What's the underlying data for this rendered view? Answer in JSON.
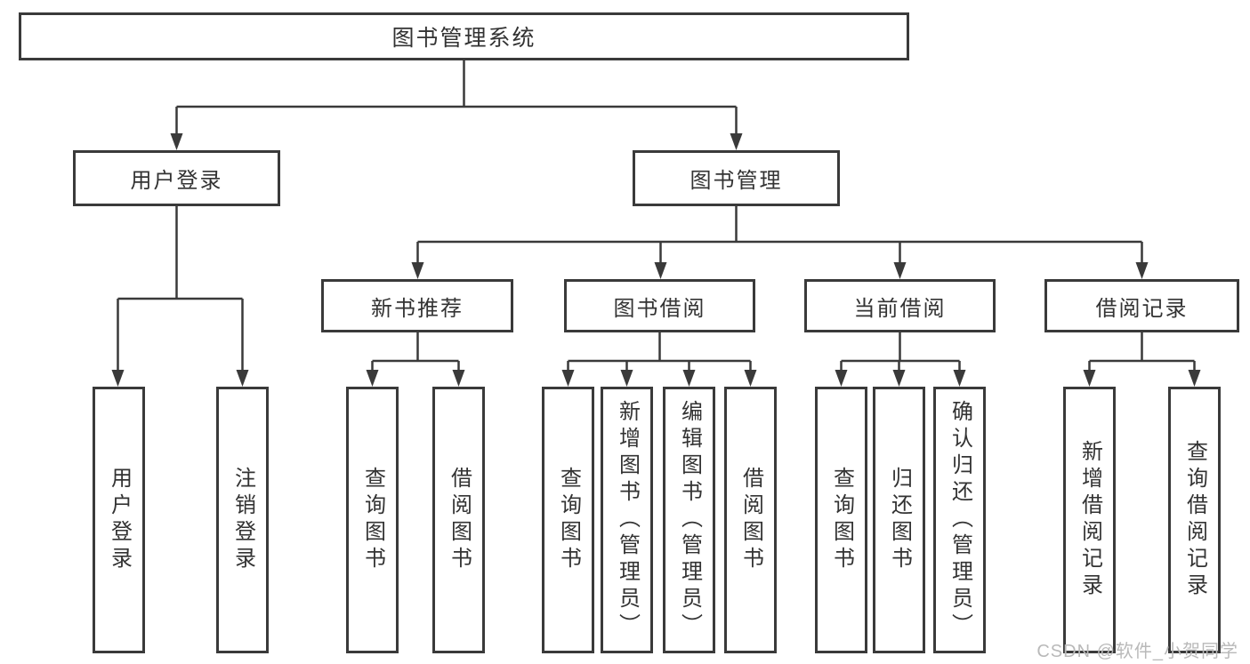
{
  "diagram": {
    "root": {
      "label": "图书管理系统"
    },
    "level2": [
      {
        "label": "用户登录"
      },
      {
        "label": "图书管理"
      }
    ],
    "level3": [
      {
        "label": "新书推荐"
      },
      {
        "label": "图书借阅"
      },
      {
        "label": "当前借阅"
      },
      {
        "label": "借阅记录"
      }
    ],
    "leaves": {
      "user_login": [
        "用户登录",
        "注销登录"
      ],
      "new_books": [
        "查询图书",
        "借阅图书"
      ],
      "book_borrow": [
        "查询图书",
        "新增图书（管理员）",
        "编辑图书（管理员）",
        "借阅图书"
      ],
      "current_borrow": [
        "查询图书",
        "归还图书",
        "确认归还（管理员）"
      ],
      "borrow_records": [
        "新增借阅记录",
        "查询借阅记录"
      ]
    }
  },
  "watermark": {
    "text": "CSDN @软件_小贺同学"
  },
  "colors": {
    "line": "#3a3a3a",
    "box_border": "#3a3a3a",
    "box_fill": "#ffffff",
    "text": "#333333",
    "watermark": "#b9b9b9",
    "background": "#ffffff"
  }
}
